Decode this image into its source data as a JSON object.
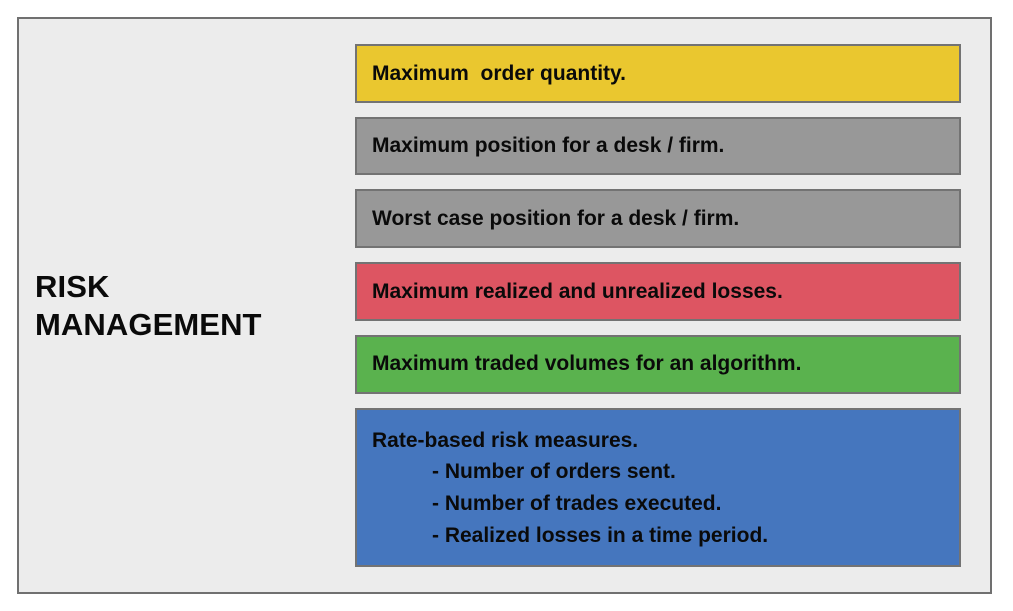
{
  "diagram": {
    "type": "labeled-category-stack",
    "title": "RISK\nMANAGEMENT",
    "title_lines": [
      "RISK",
      "MANAGEMENT"
    ],
    "panel": {
      "background_color": "#ececec",
      "border_color": "#707070"
    },
    "box_border_color": "#737373",
    "text_color": "#0a0a0a",
    "items": [
      {
        "id": "max-order-quantity",
        "label": "Maximum  order quantity.",
        "color": "#eac72f",
        "color_name": "yellow",
        "sub_items": []
      },
      {
        "id": "max-position-desk-firm",
        "label": "Maximum position for a desk / firm.",
        "color": "#989898",
        "color_name": "gray",
        "sub_items": []
      },
      {
        "id": "worst-case-position-desk-firm",
        "label": "Worst case position for a desk / firm.",
        "color": "#989898",
        "color_name": "gray",
        "sub_items": []
      },
      {
        "id": "max-realized-unrealized-losses",
        "label": "Maximum realized and unrealized losses.",
        "color": "#dd5562",
        "color_name": "red",
        "sub_items": []
      },
      {
        "id": "max-traded-volumes-algorithm",
        "label": "Maximum traded volumes for an algorithm.",
        "color": "#5ab24e",
        "color_name": "green",
        "sub_items": []
      },
      {
        "id": "rate-based-risk-measures",
        "label": "Rate-based risk measures.",
        "color": "#4576be",
        "color_name": "blue",
        "sub_items": [
          "- Number of orders sent.",
          "- Number of trades executed.",
          "- Realized losses in a time period."
        ]
      }
    ]
  }
}
